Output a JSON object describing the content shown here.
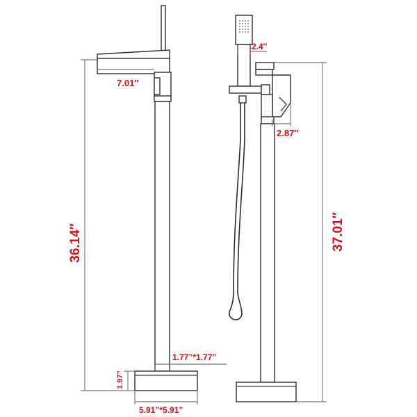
{
  "dimensions": {
    "spout_depth": "7.01″",
    "left_height": "36.14″",
    "base_height": "1.97”",
    "pipe_size": "1.77”*1.77”",
    "base_size": "5.91”*5.91”",
    "handshower_width": "2.4″",
    "handle_depth": "2.87″",
    "right_height": "37.01″"
  },
  "colors": {
    "dimension_text": "#c8141e",
    "line": "#3a3a3a"
  }
}
